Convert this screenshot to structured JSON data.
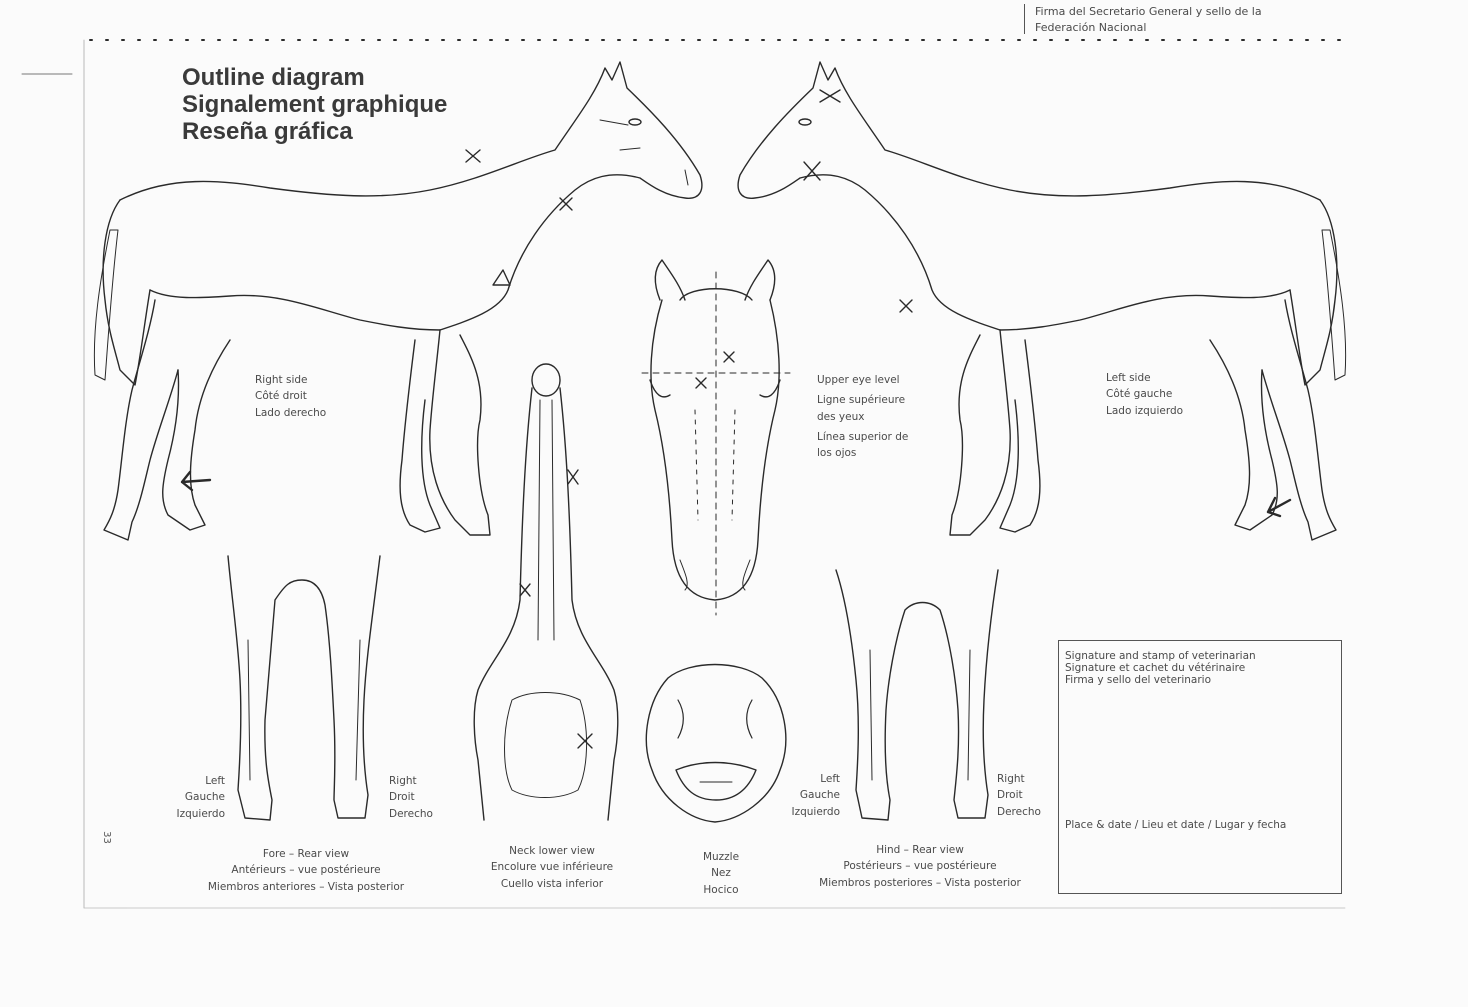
{
  "document": {
    "title_lines": [
      "Outline diagram",
      "Signalement graphique",
      "Reseña gráfica"
    ],
    "federation_signature": [
      "Firma del Secretario General y sello de la",
      "Federación Nacional"
    ],
    "page_number": "33",
    "right_side": [
      "Right side",
      "Côté droit",
      "Lado derecho"
    ],
    "left_side": [
      "Left side",
      "Côté gauche",
      "Lado izquierdo"
    ],
    "eye_level": [
      "Upper eye level",
      "Ligne supérieure",
      "des yeux",
      "Línea superior de",
      "los ojos"
    ],
    "fore_left": [
      "Left",
      "Gauche",
      "Izquierdo"
    ],
    "fore_right": [
      "Right",
      "Droit",
      "Derecho"
    ],
    "hind_left": [
      "Left",
      "Gauche",
      "Izquierdo"
    ],
    "hind_right": [
      "Right",
      "Droit",
      "Derecho"
    ],
    "fore_caption": [
      "Fore – Rear view",
      "Antérieurs – vue postérieure",
      "Miembros anteriores – Vista posterior"
    ],
    "neck_caption": [
      "Neck lower view",
      "Encolure vue inférieure",
      "Cuello vista inferior"
    ],
    "muzzle_caption": [
      "Muzzle",
      "Nez",
      "Hocico"
    ],
    "hind_caption": [
      "Hind – Rear view",
      "Postérieurs – vue postérieure",
      "Miembros posteriores – Vista posterior"
    ],
    "vet_signature": [
      "Signature and stamp of veterinarian",
      "Signature et cachet du vétérinaire",
      "Firma y sello del veterinario"
    ],
    "place_date": "Place & date / Lieu et date / Lugar y fecha"
  },
  "colors": {
    "ink": "#2a2a2a",
    "paper": "#fbfbfb"
  }
}
